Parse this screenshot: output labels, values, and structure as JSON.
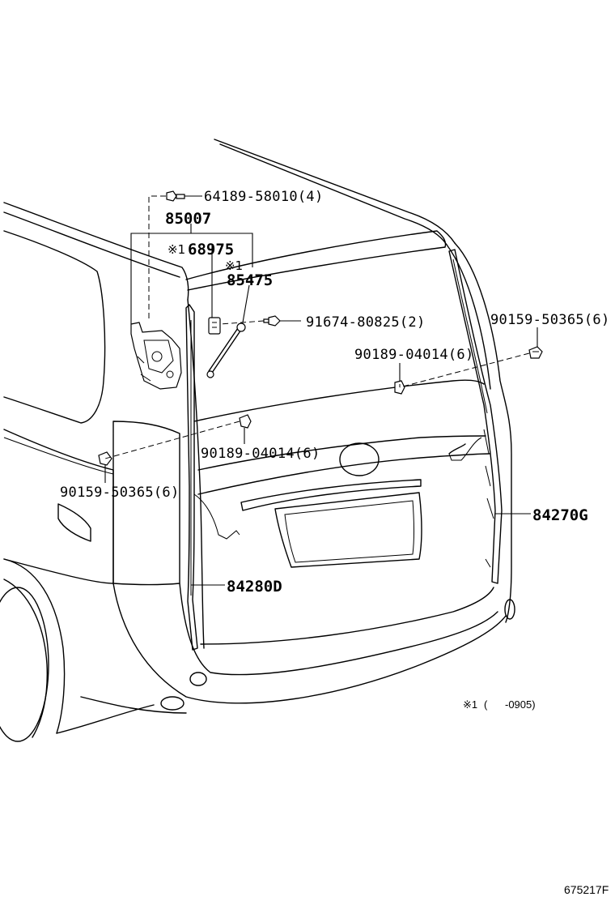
{
  "labels": {
    "bolt_64189": "64189-58010(4)",
    "latch_85007": "85007",
    "motor_68975": "68975",
    "motor_mark": "※1",
    "rod_mark": "※1",
    "rod_85475": "85475",
    "screw_91674": "91674-80825(2)",
    "clip_right_90159": "90159-50365(6)",
    "clip_right_90189": "90189-04014(6)",
    "clip_mid_90189": "90189-04014(6)",
    "clip_left_90159": "90159-50365(6)",
    "seal_84270G": "84270G",
    "seal_84280D": "84280D"
  },
  "footnote": {
    "mark": "※1",
    "range": "(      -0905)"
  },
  "illustration_id": "675217F"
}
